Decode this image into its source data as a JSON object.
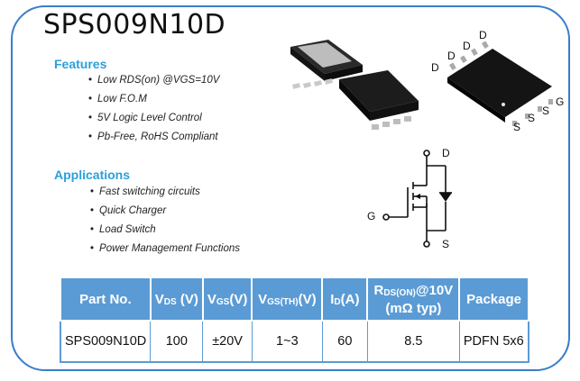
{
  "title": "SPS009N10D",
  "features": {
    "heading": "Features",
    "items": [
      "Low RDS(on) @VGS=10V",
      "Low F.O.M",
      "5V Logic Level Control",
      "Pb-Free, RoHS Compliant"
    ]
  },
  "applications": {
    "heading": "Applications",
    "items": [
      "Fast switching circuits",
      "Quick Charger",
      "Load Switch",
      "Power Management Functions"
    ]
  },
  "package_pins": {
    "drain": "D",
    "source": "S",
    "gate": "G"
  },
  "schematic": {
    "drain": "D",
    "gate": "G",
    "source": "S"
  },
  "table": {
    "headers": {
      "part_no": "Part No.",
      "vds_main": "V",
      "vds_sub": "DS",
      "vds_unit": " (V)",
      "vgs_main": "V",
      "vgs_sub": "GS",
      "vgs_unit": "(V)",
      "vth_main": "V",
      "vth_sub": "GS(TH)",
      "vth_unit": "(V)",
      "id_main": "I",
      "id_sub": "D",
      "id_unit": "(A)",
      "rds_main": "R",
      "rds_sub": "DS(ON)",
      "rds_unit": "@10V",
      "rds_line2": "(mΩ typ)",
      "package": "Package"
    },
    "row": {
      "part_no": "SPS009N10D",
      "vds": "100",
      "vgs": "±20V",
      "vth": "1~3",
      "id": "60",
      "rds": "8.5",
      "package": "PDFN 5x6"
    }
  },
  "colors": {
    "frame": "#3a7ec8",
    "heading": "#2aa0da",
    "table_header": "#5b9bd5"
  }
}
